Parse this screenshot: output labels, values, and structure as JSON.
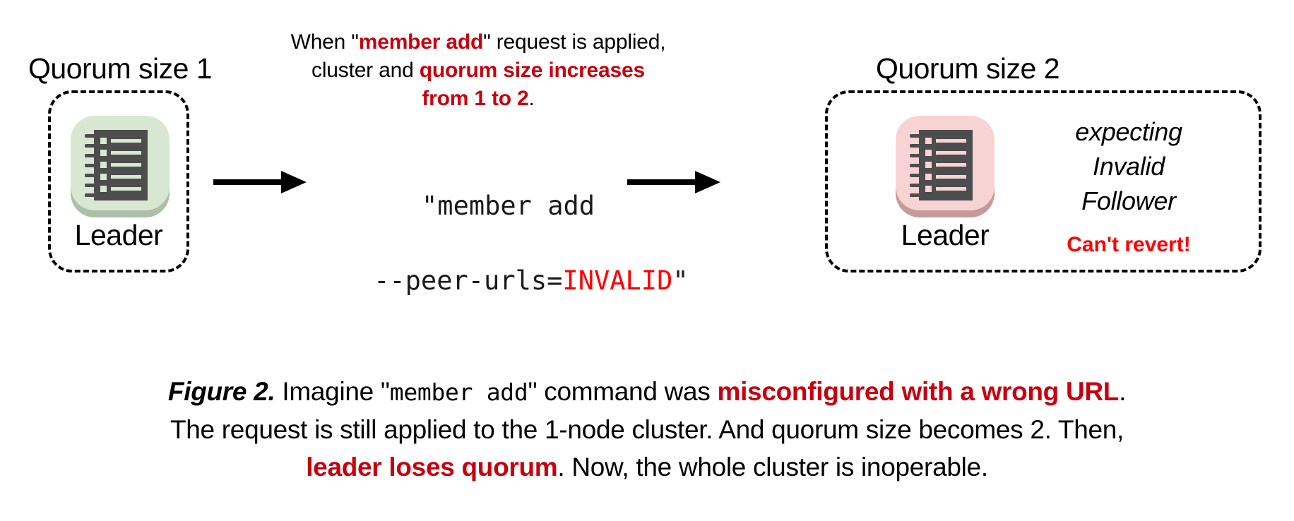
{
  "figure": {
    "number": "Figure 2.",
    "alt_summary": "etcd member add misconfiguration causes leader to lose quorum"
  },
  "left_cluster": {
    "quorum_label": "Quorum size 1",
    "node_role": "Leader",
    "icon_name": "server-node-icon",
    "icon_bg": "#D7E7D1",
    "icon_shadow": "#AEBFA8",
    "icon_body": "#4D4D4D",
    "icon_line": "#D7E7D1"
  },
  "right_cluster": {
    "quorum_label": "Quorum size 2",
    "node_role": "Leader",
    "icon_name": "server-node-icon",
    "icon_bg": "#F8D3D3",
    "icon_shadow": "#C79A9A",
    "icon_body": "#4D4D4D",
    "icon_line": "#F8D3D3",
    "expecting_line1": "expecting",
    "expecting_line2": "Invalid",
    "expecting_line3": "Follower",
    "revert_warning": "Can't revert!"
  },
  "top_annotation": {
    "l1_a": "When \"",
    "l1_b": "member add",
    "l1_c": "\" request is applied,",
    "l2_a": "cluster and ",
    "l2_b": "quorum size increases",
    "l3_a": "from 1 to 2",
    "l3_b": "."
  },
  "command": {
    "line1": "\"member add",
    "line2_a": "--peer-urls=",
    "line2_b": "INVALID",
    "line2_c": "\""
  },
  "arrows": {
    "left_arrow_name": "flow-arrow-left",
    "right_arrow_name": "flow-arrow-right"
  },
  "caption": {
    "l1_a": "Figure 2.",
    "l1_b": " Imagine \"",
    "l1_c": "member add",
    "l1_d": "\" command was ",
    "l1_e": "misconfigured with a wrong URL",
    "l1_f": ".",
    "l2": "The request is still applied to the 1-node cluster. And quorum size becomes 2. Then,",
    "l3_a": "leader loses quorum",
    "l3_b": ". Now, the whole cluster is inoperable."
  },
  "colors": {
    "accent_dark_red": "#C8000E",
    "accent_bright_red": "#FF0000",
    "ink": "#000000",
    "background": "#FFFFFF"
  }
}
